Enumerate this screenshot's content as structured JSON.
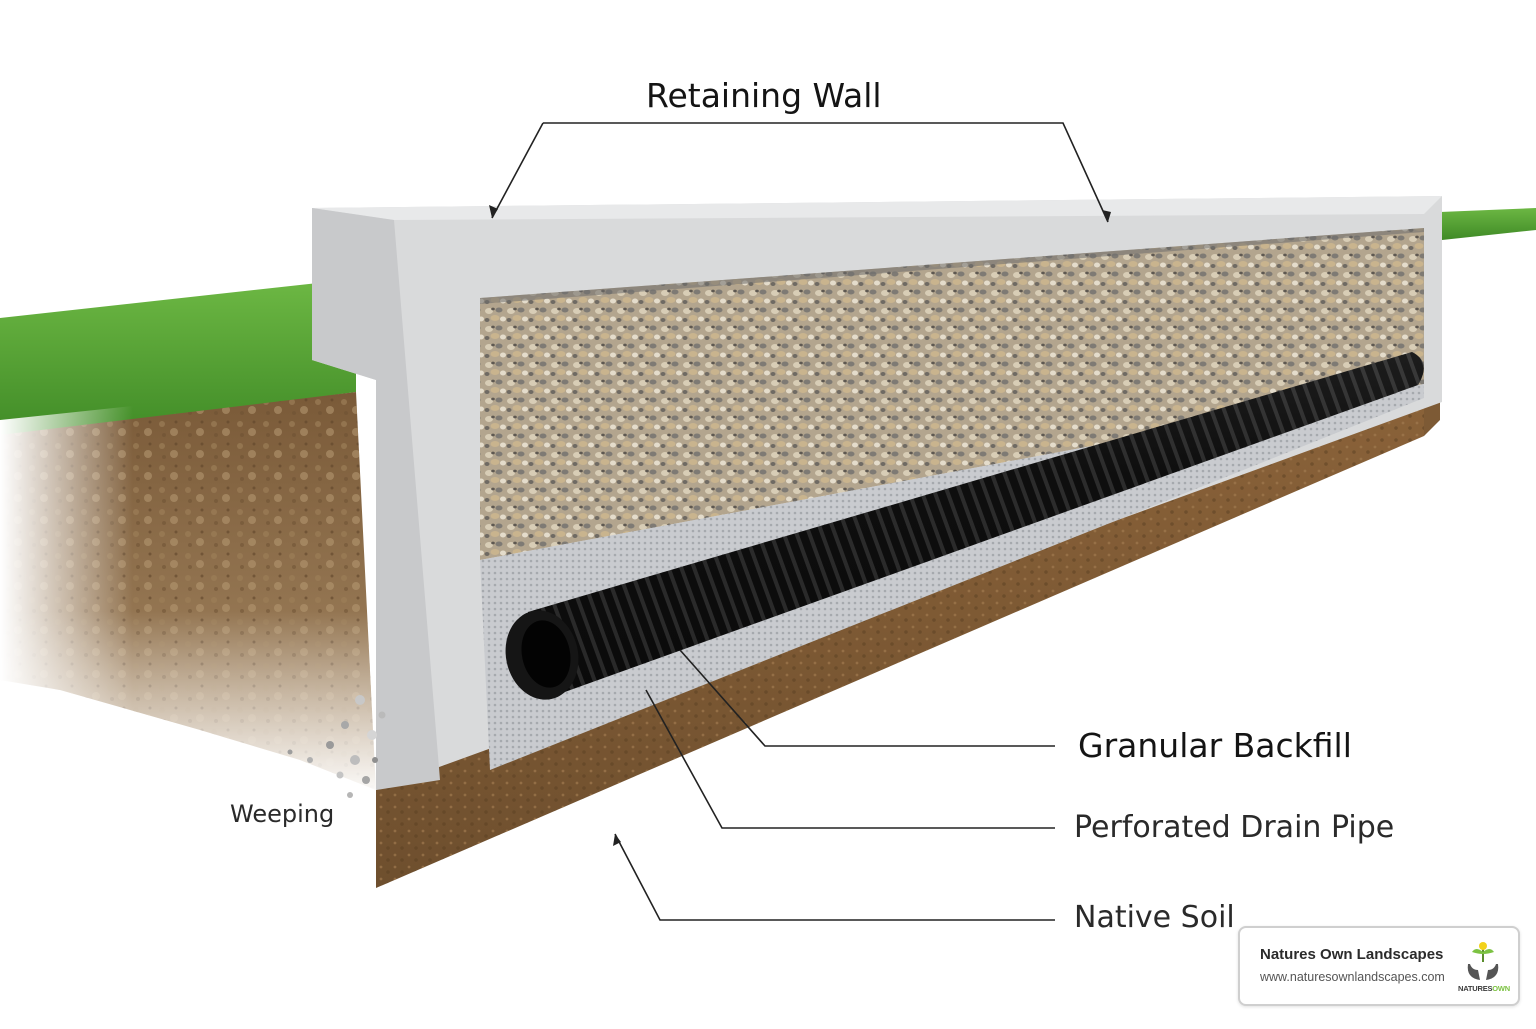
{
  "labels": {
    "retaining_wall": "Retaining Wall",
    "granular_backfill": "Granular Backfill",
    "drain_pipe": "Perforated Drain Pipe",
    "native_soil": "Native Soil",
    "weeping": "Weeping"
  },
  "brand": {
    "name": "Natures Own Landscapes",
    "url": "www.naturesownlandscapes.com",
    "logo_word1": "NATURES",
    "logo_word2": "OWN"
  },
  "colors": {
    "grass": "#4f9a33",
    "concrete": "#d9dadb",
    "soil": "#8a6a45",
    "gravel": "#a99a84",
    "pipe": "#111111",
    "brand_green": "#7cc242"
  }
}
